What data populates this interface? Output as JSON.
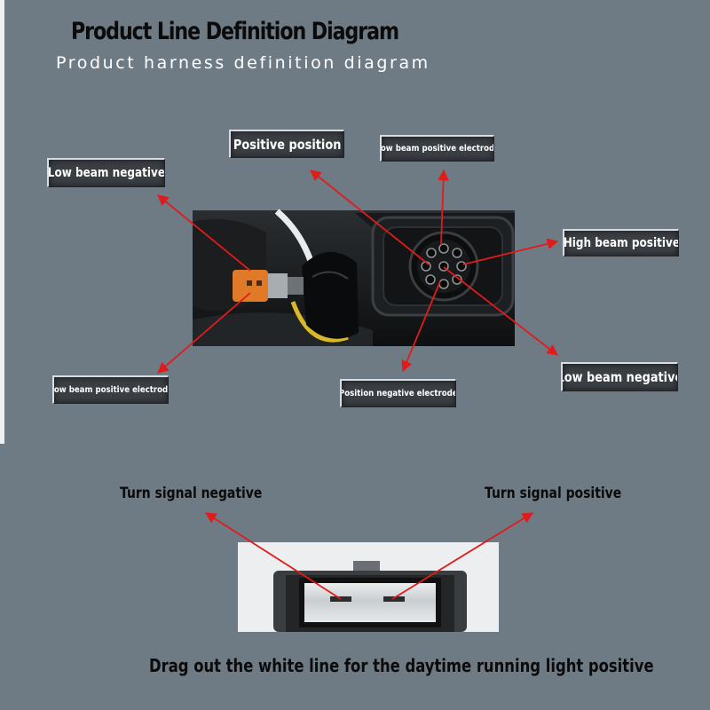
{
  "header": {
    "title": "Product Line Definition Diagram",
    "subtitle": "Product harness definition diagram"
  },
  "callouts": {
    "low_beam_negative_left": "Low beam negative",
    "positive_position": "Positive position",
    "low_beam_positive_electrode_top": "Low beam positive electrode",
    "high_beam_positive": "High beam positive",
    "low_beam_negative_right": "Low beam negative",
    "low_beam_positive_electrode_left": "Low beam positive electrode",
    "position_negative_electrode": "Position negative electrode"
  },
  "turn_signal": {
    "negative": "Turn signal negative",
    "positive": "Turn signal positive"
  },
  "footer": {
    "note": "Drag out the white line for the daytime running light positive"
  },
  "colors": {
    "background": "#6f7b84",
    "arrow": "#e01b1b",
    "tag_fill": "#3a3f44",
    "connector_orange": "#e07a28"
  }
}
